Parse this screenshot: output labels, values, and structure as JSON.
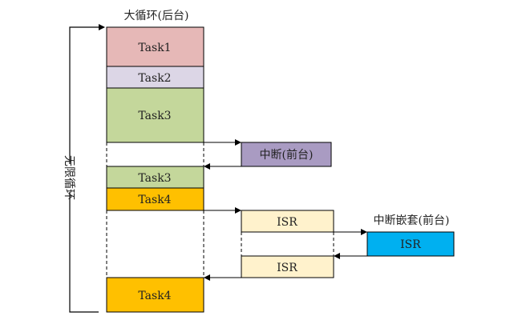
{
  "title": "大循环(后台)",
  "loop_label": "无限循环",
  "interrupt_label": "中断(前台)",
  "nested_label": "中断嵌套(前台)",
  "blocks": {
    "task1": "Task1",
    "task2": "Task2",
    "task3a": "Task3",
    "task3b": "Task3",
    "task4a": "Task4",
    "isr1": "ISR",
    "isr_nested": "ISR",
    "isr2": "ISR",
    "task4b": "Task4"
  },
  "colors": {
    "task1": "#e6b8b7",
    "task2": "#dcd6e6",
    "task3": "#c4d79b",
    "task4": "#ffc000",
    "interrupt": "#a99bc2",
    "isr": "#fff2cc",
    "isr_nested": "#00b0f0"
  }
}
